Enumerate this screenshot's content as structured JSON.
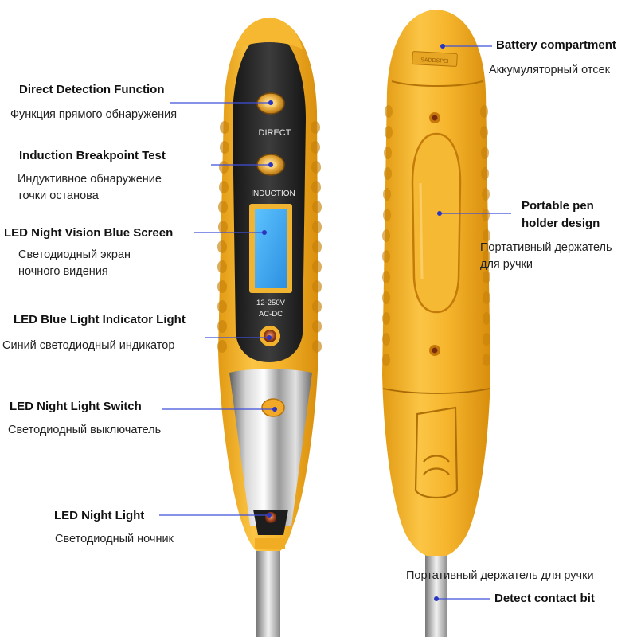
{
  "device_markings": {
    "direct": "DIRECT",
    "induction": "INDUCTION",
    "voltage": "12-250V",
    "current": "AC-DC",
    "cap_text": "SADDSPEI"
  },
  "callouts": {
    "direct_detection": {
      "en": "Direct Detection Function",
      "ru": "Функция прямого обнаружения"
    },
    "induction_test": {
      "en": "Induction Breakpoint Test",
      "ru_line1": "Индуктивное обнаружение",
      "ru_line2": "точки останова"
    },
    "led_screen": {
      "en": "LED Night Vision Blue Screen",
      "ru_line1": "Светодиодный экран",
      "ru_line2": "ночного видения"
    },
    "led_indicator": {
      "en": "LED Blue Light Indicator Light",
      "ru": "Синий светодиодный индикатор"
    },
    "led_switch": {
      "en": "LED Night Light Switch",
      "ru": "Светодиодный выключатель"
    },
    "led_night_light": {
      "en": "LED Night Light",
      "ru": "Светодиодный ночник"
    },
    "battery": {
      "en": "Battery compartment",
      "ru": "Аккумуляторный отсек"
    },
    "pen_holder": {
      "en_line1": "Portable pen",
      "en_line2": "holder design",
      "ru_line1": "Портативный держатель",
      "ru_line2": "для ручки"
    },
    "contact_bit": {
      "ru": "Портативный держатель для ручки",
      "en": "Detect contact bit"
    }
  },
  "colors": {
    "body_yellow": "#f4b22c",
    "grip_black": "#2a2a2a",
    "screen_blue": "#4fb6ff",
    "leader_line": "#3f4fd9",
    "leader_dot": "#2a36c0"
  }
}
